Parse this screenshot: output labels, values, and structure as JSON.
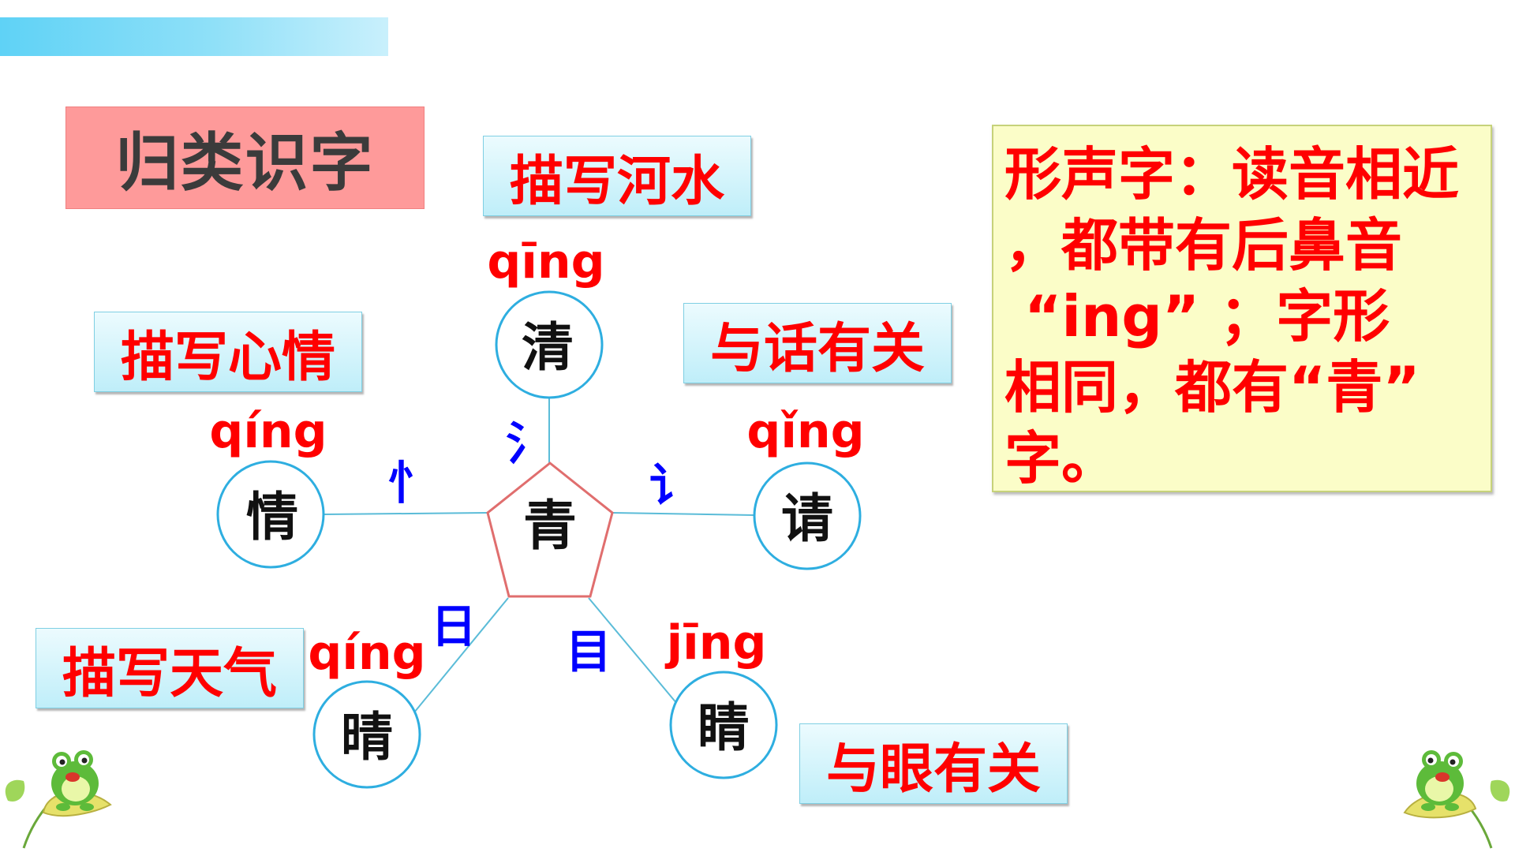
{
  "title": "归类识字",
  "center": {
    "char": "青"
  },
  "nodes": [
    {
      "id": "qing1",
      "char": "清",
      "pinyin": "qīng",
      "radical": "氵",
      "category": "描写河水"
    },
    {
      "id": "qing2",
      "char": "情",
      "pinyin": "qíng",
      "radical": "忄",
      "category": "描写心情"
    },
    {
      "id": "qing3",
      "char": "请",
      "pinyin": "qǐng",
      "radical": "讠",
      "category": "与话有关"
    },
    {
      "id": "qing4",
      "char": "晴",
      "pinyin": "qíng",
      "radical": "日",
      "category": "描写天气"
    },
    {
      "id": "jing",
      "char": "睛",
      "pinyin": "jīng",
      "radical": "目",
      "category": "与眼有关"
    }
  ],
  "note": "形声字：读音相近\n，都带有后鼻音\n “ing” ；字形\n相同，都有“青”\n字。",
  "colors": {
    "label_text": "#ff0000",
    "radical": "#0000ff",
    "circle_border": "#2eaee0",
    "pentagon_border": "#e06e6e",
    "title_bg": "#fe9a9a",
    "note_bg": "#fbfdc8",
    "top_bar": "#5fd2f6"
  },
  "icons": [
    "frog-on-leaf-icon"
  ]
}
